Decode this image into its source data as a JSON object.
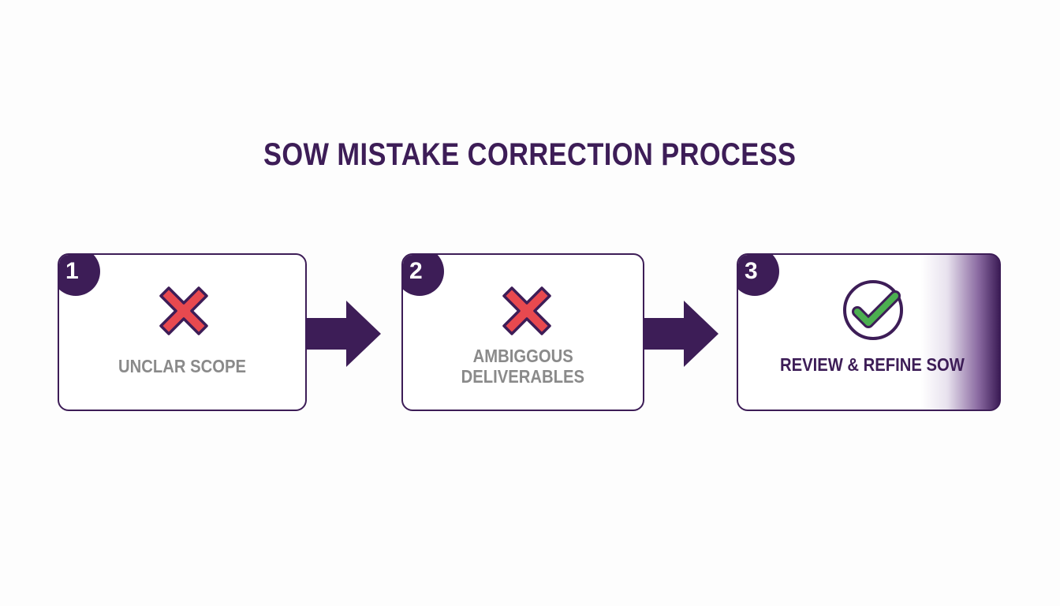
{
  "title": "SOW MISTAKE CORRECTION PROCESS",
  "colors": {
    "primary": "#3d1d57",
    "error": "#e8494f",
    "success": "#4caf50",
    "muted_text": "#8a8a8a"
  },
  "steps": [
    {
      "number": "1",
      "label_lines": [
        "UNCLAR SCOPE"
      ],
      "icon": "x-mark-icon"
    },
    {
      "number": "2",
      "label_lines": [
        "AMBIGGOUS",
        "DELIVERABLES"
      ],
      "icon": "x-mark-icon"
    },
    {
      "number": "3",
      "label_lines": [
        "REVIEW & REFINE SOW"
      ],
      "icon": "check-circle-icon"
    }
  ]
}
